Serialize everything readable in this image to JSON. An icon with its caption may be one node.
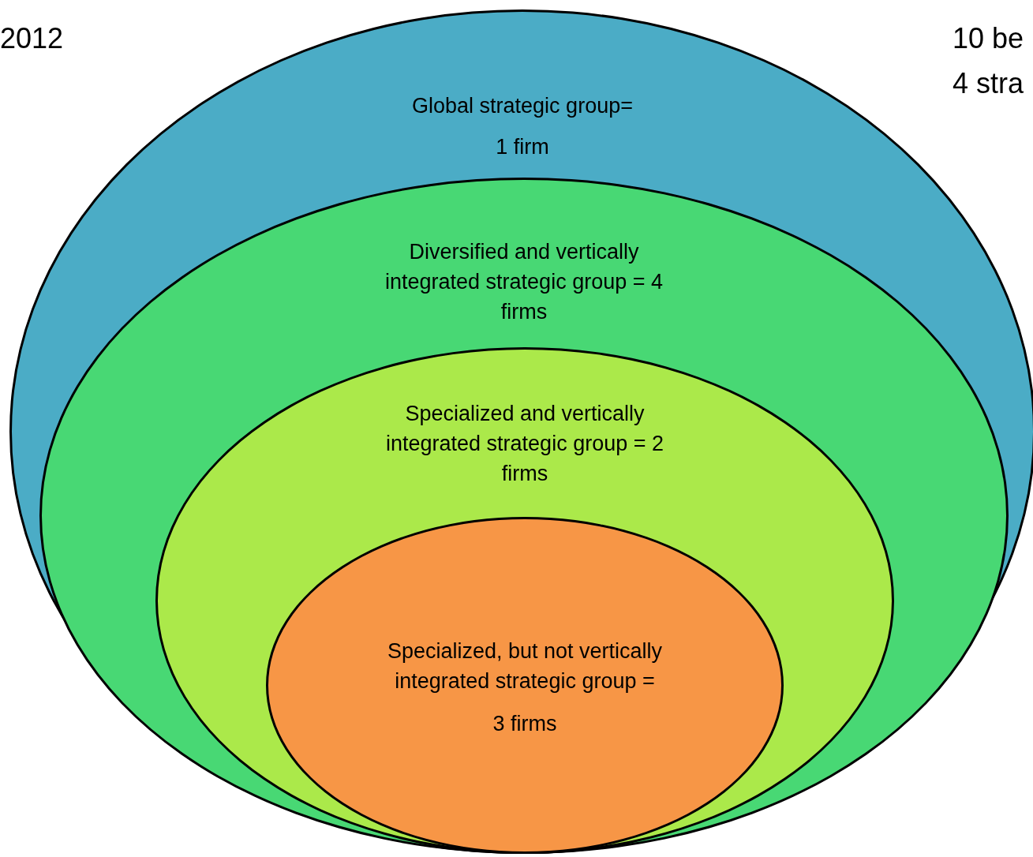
{
  "diagram": {
    "nodes": [
      {
        "text": [
          "Global strategic group=",
          "1 firm"
        ]
      },
      {
        "text": [
          "Diversified and vertically integrated strategic group = 4 firms"
        ],
        "in": 0
      },
      {
        "text": [
          "Specialized and vertically integrated strategic group = 2 firms"
        ],
        "in": 1
      },
      {
        "text": [
          "Specialized, but not vertically integrated strategic group =",
          "3 firms"
        ],
        "in": 2
      }
    ],
    "edges": [],
    "labels": [
      "2012",
      "10 be",
      "4 stra"
    ]
  }
}
